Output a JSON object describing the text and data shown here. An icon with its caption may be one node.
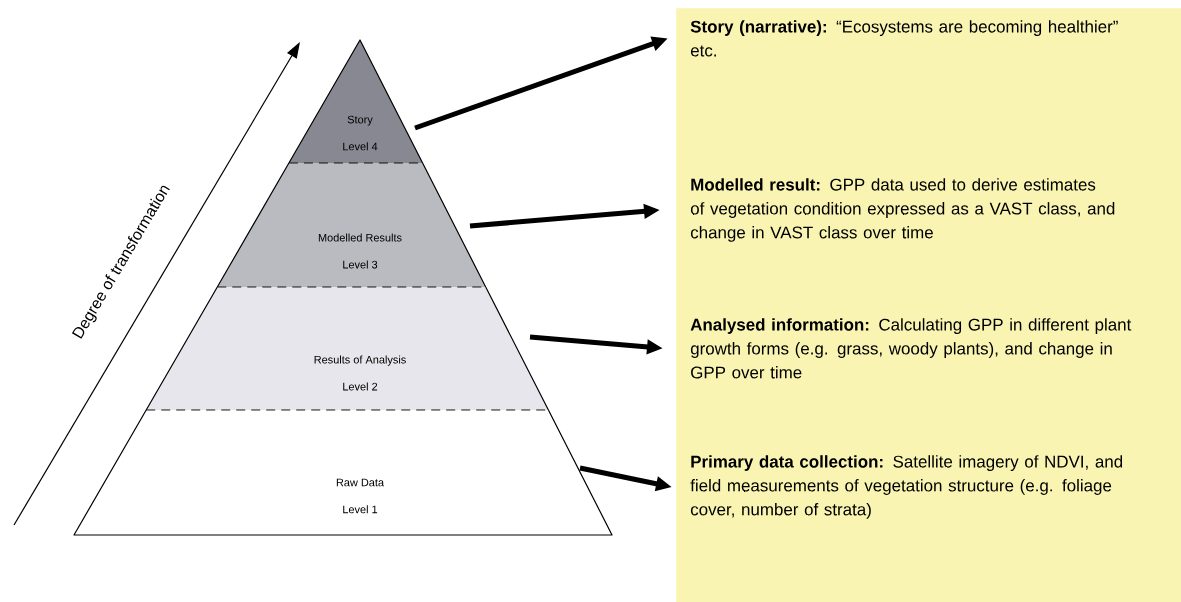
{
  "diagram": {
    "nodes": [
      {
        "text": [
          "Story",
          "Level 4"
        ]
      },
      {
        "text": [
          "Modelled Results",
          "Level 3"
        ]
      },
      {
        "text": [
          "Results of Analysis",
          "Level 2"
        ]
      },
      {
        "text": [
          "Raw Data",
          "Level 1"
        ]
      },
      {
        "text": [],
        "shape": "box"
      },
      {
        "text": [
          "**Story (narrative):** “Ecosystems are becoming healthier” etc."
        ],
        "in": 4
      },
      {
        "text": [
          "**Modelled result:** GPP data used to derive estimates of vegetation condition expressed as a VAST class, and change in VAST class over time"
        ],
        "in": 4
      },
      {
        "text": [
          "**Analysed information:** Calculating GPP in different plant growth forms (e.g. grass, woody plants), and change in GPP over time"
        ],
        "in": 4
      },
      {
        "text": [
          "**Primary data collection:** Satellite imagery of NDVI, and field measurements of vegetation structure (e.g. foliage cover, number of strata)"
        ],
        "in": 4
      }
    ],
    "edges": [
      {
        "from": 0,
        "to": 5,
        "arrow": "to"
      },
      {
        "from": 1,
        "to": 6,
        "arrow": "to"
      },
      {
        "from": 2,
        "to": 7,
        "arrow": "to"
      },
      {
        "from": 3,
        "to": 8,
        "arrow": "to"
      }
    ],
    "labels": [
      "Degree of transformation"
    ]
  }
}
